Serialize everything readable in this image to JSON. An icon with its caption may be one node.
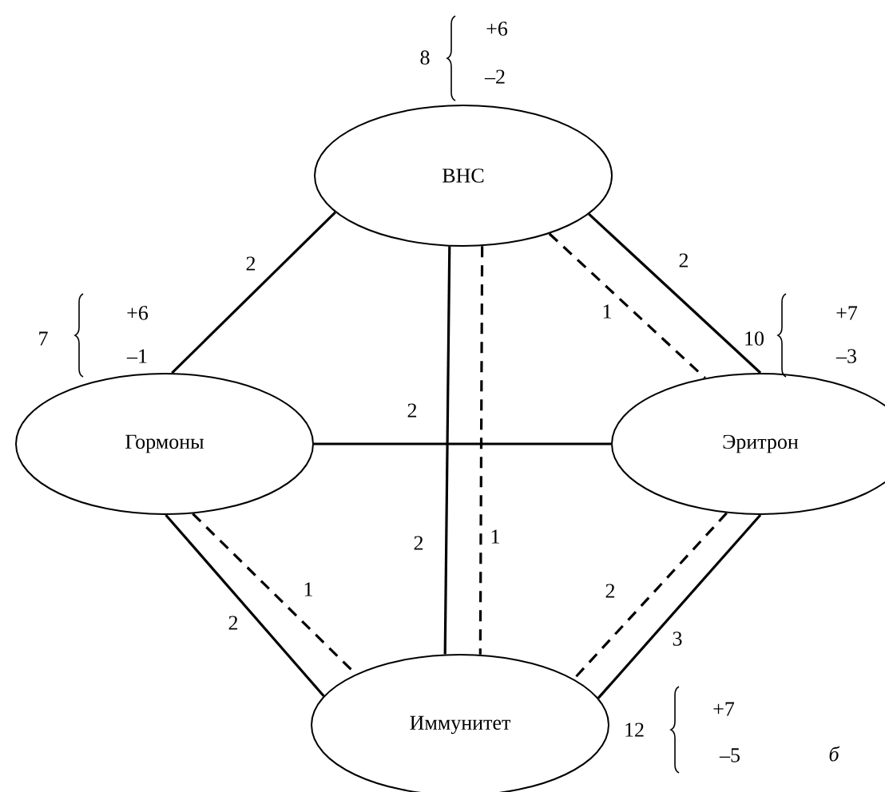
{
  "diagram": {
    "nodes": [
      {
        "text": [
          "ВНС"
        ],
        "beside": [
          "8",
          "+6",
          "–2"
        ]
      },
      {
        "text": [
          "Гормоны"
        ],
        "beside": [
          "7",
          "+6",
          "–1"
        ]
      },
      {
        "text": [
          "Эритрон"
        ],
        "beside": [
          "10",
          "+7",
          "–3"
        ]
      },
      {
        "text": [
          "Иммунитет"
        ],
        "beside": [
          "12",
          "+7",
          "–5"
        ]
      }
    ],
    "edges": [
      {
        "from": 0,
        "to": 1,
        "arrow": "none",
        "label": "2"
      },
      {
        "from": 0,
        "to": 3,
        "arrow": "none",
        "label": "2"
      },
      {
        "from": 0,
        "to": 3,
        "arrow": "none",
        "label": "1",
        "style": "dashed"
      },
      {
        "from": 0,
        "to": 2,
        "arrow": "none",
        "label": "1",
        "style": "dashed"
      },
      {
        "from": 0,
        "to": 2,
        "arrow": "none",
        "label": "2"
      },
      {
        "from": 1,
        "to": 2,
        "arrow": "none",
        "label": "2"
      },
      {
        "from": 1,
        "to": 3,
        "arrow": "none",
        "label": "2"
      },
      {
        "from": 1,
        "to": 3,
        "arrow": "none",
        "label": "1",
        "style": "dashed"
      },
      {
        "from": 2,
        "to": 3,
        "arrow": "none",
        "label": "2",
        "style": "dashed"
      },
      {
        "from": 2,
        "to": 3,
        "arrow": "none",
        "label": "3"
      }
    ],
    "labels": [
      "б"
    ]
  }
}
